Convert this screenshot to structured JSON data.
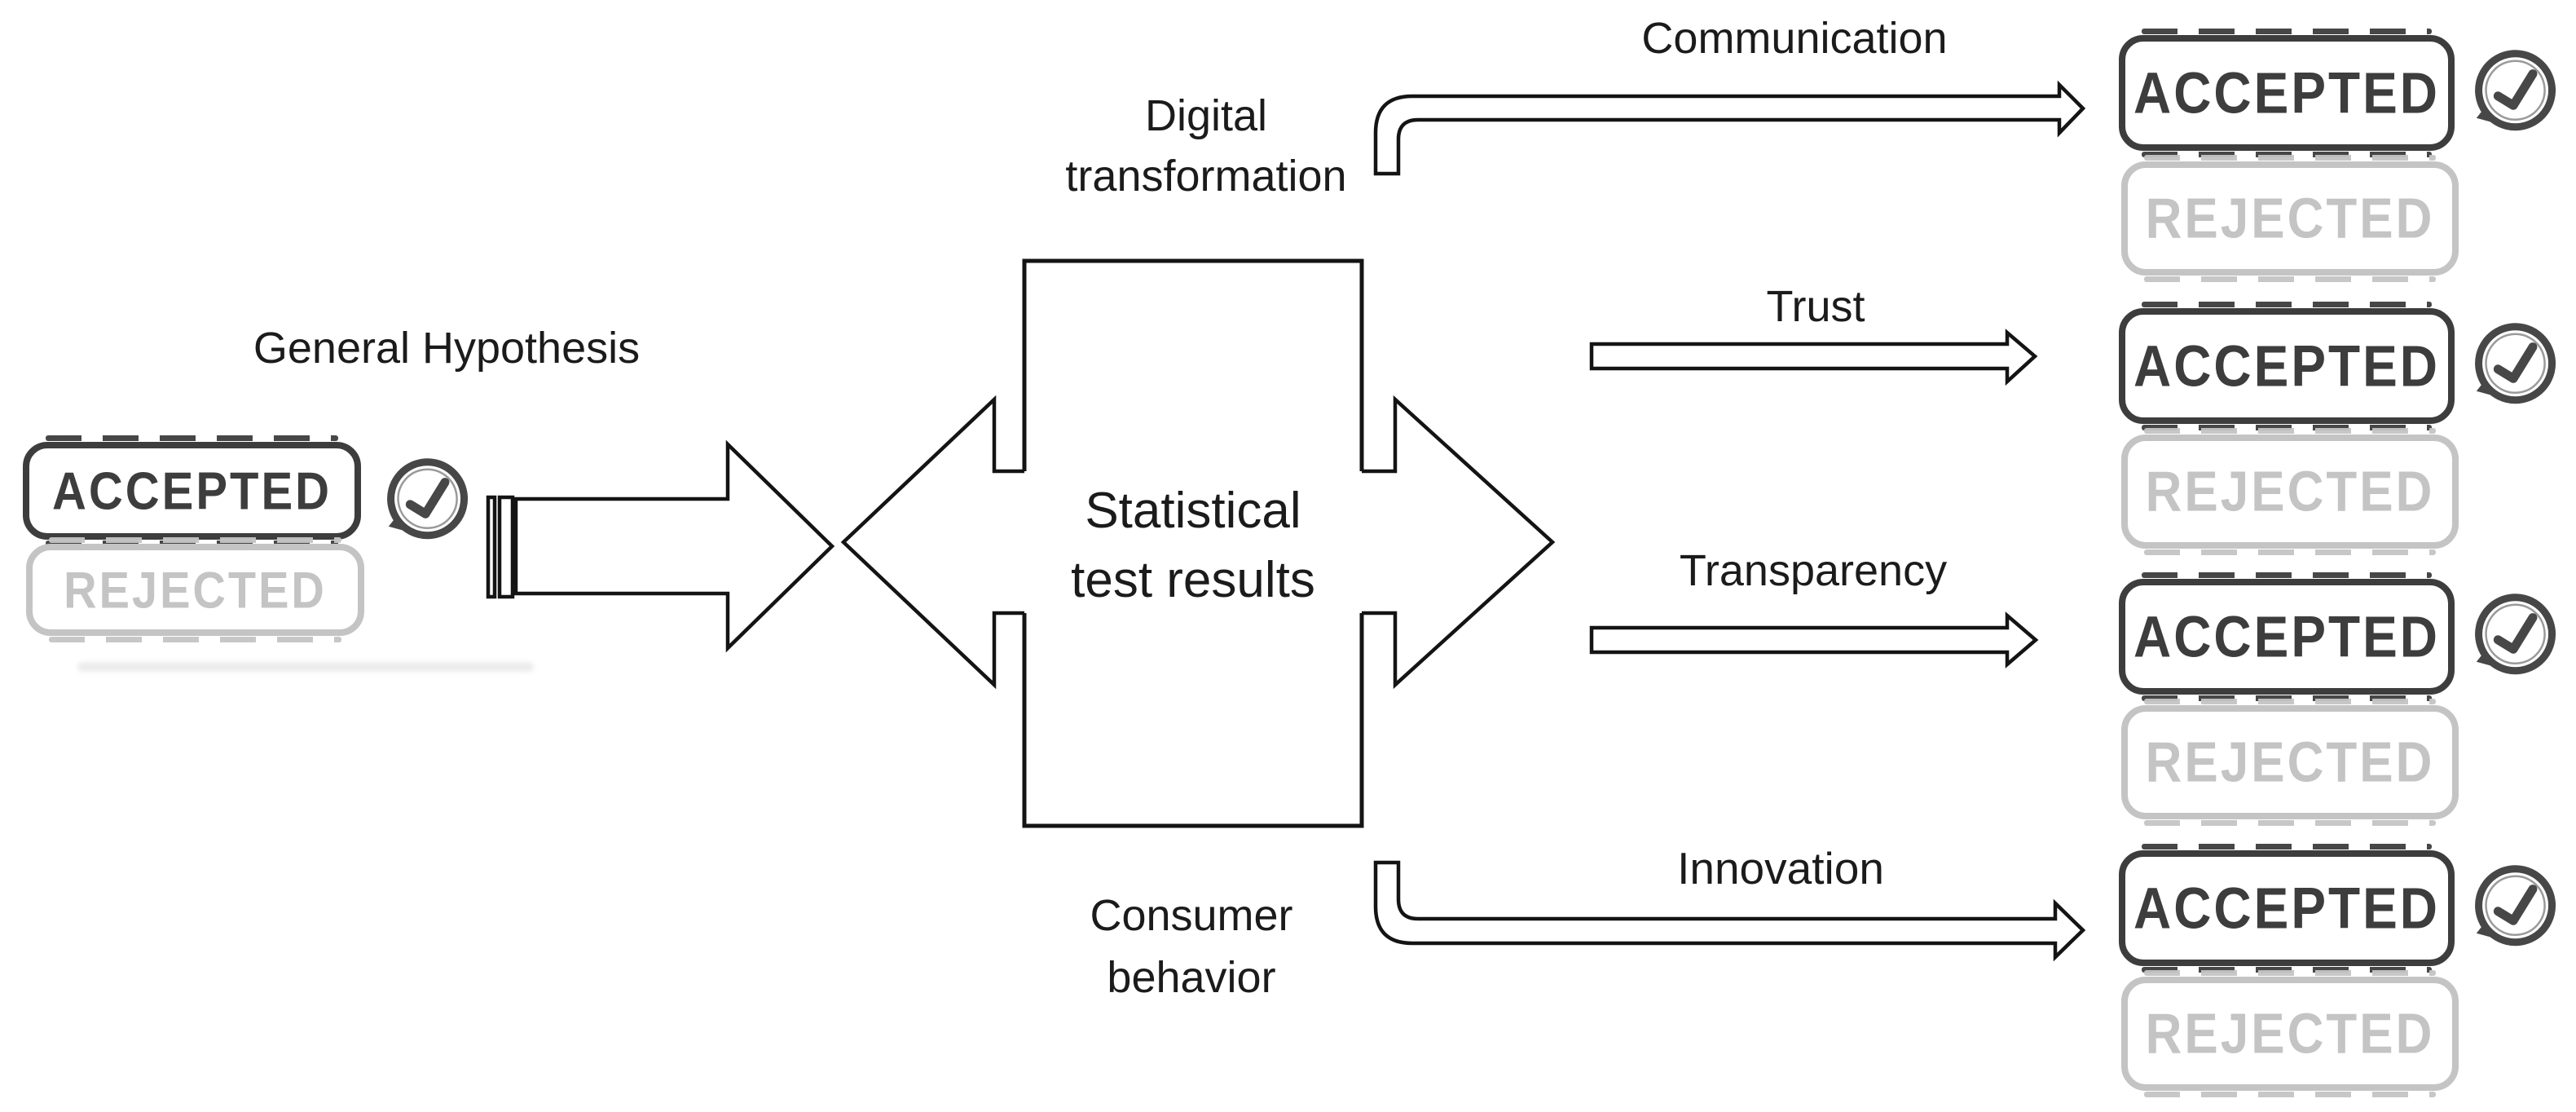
{
  "title_left": "General Hypothesis",
  "center_box": {
    "line1": "Statistical",
    "line2": "test results"
  },
  "moderators": {
    "top": {
      "line1": "Digital",
      "line2": "transformation"
    },
    "bottom": {
      "line1": "Consumer",
      "line2": "behavior"
    }
  },
  "left_result": {
    "accepted": "ACCEPTED",
    "rejected": "REJECTED"
  },
  "right_results": [
    {
      "factor": "Communication",
      "accepted": "ACCEPTED",
      "rejected": "REJECTED"
    },
    {
      "factor": "Trust",
      "accepted": "ACCEPTED",
      "rejected": "REJECTED"
    },
    {
      "factor": "Transparency",
      "accepted": "ACCEPTED",
      "rejected": "REJECTED"
    },
    {
      "factor": "Innovation",
      "accepted": "ACCEPTED",
      "rejected": "REJECTED"
    }
  ],
  "colors": {
    "bg": "#ffffff",
    "line": "#141414",
    "text": "#1b1b1b",
    "accepted": "#3d3d3d",
    "rejected": "#c4c4c4",
    "badge": "#474747"
  }
}
